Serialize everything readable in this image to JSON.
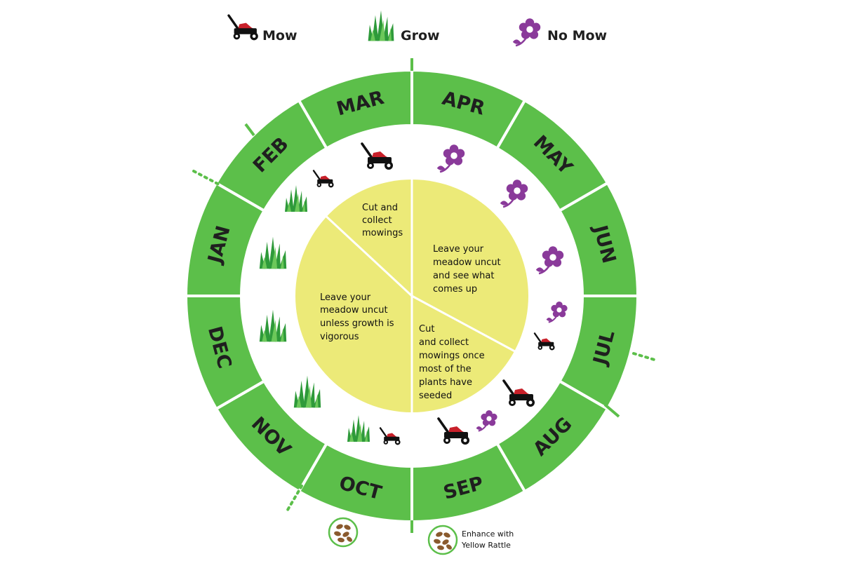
{
  "legend": [
    {
      "icon": "lawnmower-icon",
      "label": "Mow"
    },
    {
      "icon": "grass-icon",
      "label": "Grow"
    },
    {
      "icon": "flower-icon",
      "label": "No Mow"
    }
  ],
  "months": [
    "JAN",
    "FEB",
    "MAR",
    "APR",
    "MAY",
    "JUN",
    "JUL",
    "AUG",
    "SEP",
    "OCT",
    "NOV",
    "DEC"
  ],
  "notes": {
    "top": [
      "Cut and",
      "collect",
      "mowings"
    ],
    "right": [
      "Leave your",
      "meadow uncut",
      "and see what",
      "comes up"
    ],
    "left": [
      "Leave your",
      "meadow uncut",
      "unless growth is",
      "vigorous"
    ],
    "bottom_right": [
      "Cut",
      "and collect",
      "mowings once",
      "most of the",
      "plants have",
      "seeded"
    ]
  },
  "seed_note": [
    "Enhance with",
    "Yellow Rattle"
  ],
  "colors": {
    "ring_green": "#5cbf4a",
    "divider": "#ffffff",
    "center_yellow": "#ecea78",
    "mower_red": "#c8202a",
    "flower_purple": "#8a3a9a",
    "grass_green": "#2e9a3a",
    "seed_brown": "#8a5a2e"
  }
}
